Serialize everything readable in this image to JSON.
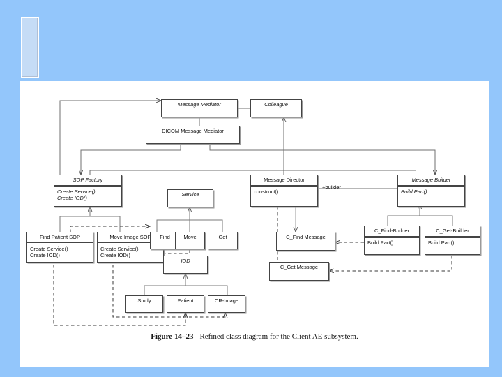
{
  "slide": {
    "background_color": "#93c6fb",
    "content_background": "#ffffff",
    "placeholder_color": "#c5dcf6"
  },
  "figure": {
    "number": "Figure 14–23",
    "caption": "Refined class diagram for the Client AE subsystem.",
    "diagram_type": "uml-class-diagram"
  },
  "classes": {
    "message_mediator": {
      "name": "Message Mediator",
      "abstract": true,
      "operations": []
    },
    "colleague": {
      "name": "Colleague",
      "abstract": true,
      "operations": []
    },
    "dicom_message_mediator": {
      "name": "DICOM Message Mediator",
      "abstract": false,
      "operations": []
    },
    "sop_factory": {
      "name": "SOP Factory",
      "abstract": true,
      "operations": [
        "Create Service()",
        "Create IOD()"
      ]
    },
    "find_patient_sop": {
      "name": "Find Patient SOP",
      "abstract": false,
      "operations": [
        "Create Service()",
        "Create IOD()"
      ]
    },
    "move_image_sop": {
      "name": "Move Image SOP",
      "abstract": false,
      "operations": [
        "Create Service()",
        "Create IOD()"
      ]
    },
    "service": {
      "name": "Service",
      "abstract": true,
      "operations": []
    },
    "find": {
      "name": "Find",
      "abstract": false,
      "operations": []
    },
    "move": {
      "name": "Move",
      "abstract": false,
      "operations": []
    },
    "get": {
      "name": "Get",
      "abstract": false,
      "operations": []
    },
    "iod": {
      "name": "IOD",
      "abstract": true,
      "operations": []
    },
    "study": {
      "name": "Study",
      "abstract": false,
      "operations": []
    },
    "patient": {
      "name": "Patient",
      "abstract": false,
      "operations": []
    },
    "cr_image": {
      "name": "CR-Image",
      "abstract": false,
      "operations": []
    },
    "message_director": {
      "name": "Message Director",
      "abstract": false,
      "operations": [
        "construct()"
      ]
    },
    "message_builder": {
      "name": "Message Builder",
      "abstract": true,
      "operations": [
        "Build Part()"
      ]
    },
    "c_find_builder": {
      "name": "C_Find-Builder",
      "abstract": false,
      "operations": [
        "Build Part()"
      ]
    },
    "c_get_builder": {
      "name": "C_Get-Builder",
      "abstract": false,
      "operations": [
        "Build Part()"
      ]
    },
    "c_find_message": {
      "name": "C_Find Message",
      "abstract": false,
      "operations": []
    },
    "c_get_message": {
      "name": "C_Get Message",
      "abstract": false,
      "operations": []
    }
  },
  "edge_labels": {
    "builder_role": "+builder"
  }
}
